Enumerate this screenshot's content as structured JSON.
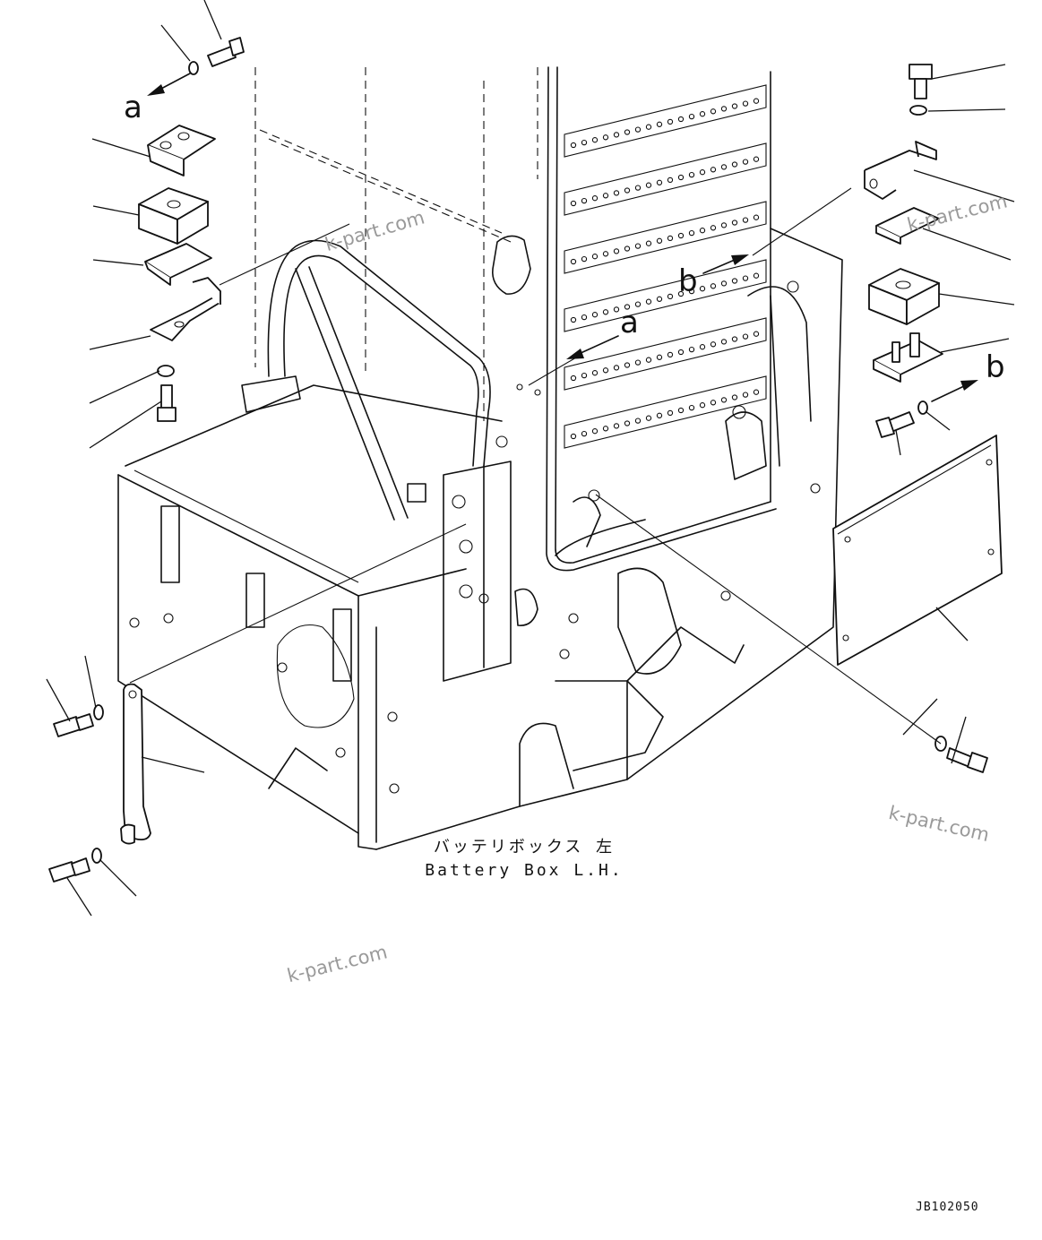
{
  "drawing": {
    "caption_jp": "バッテリボックス 左",
    "caption_en": "Battery Box L.H.",
    "drawing_code": "JB102050",
    "reference_markers": [
      "a",
      "a",
      "b",
      "b"
    ],
    "watermarks": [
      "k-part.com",
      "k-part.com",
      "k-part.com"
    ]
  },
  "colors": {
    "ink": "#111111",
    "watermark": "#9a9a9a",
    "background": "#ffffff"
  }
}
